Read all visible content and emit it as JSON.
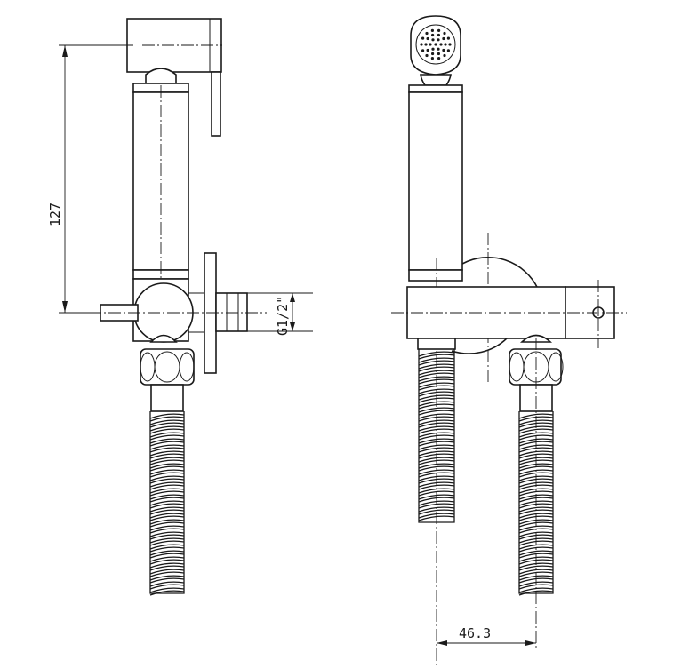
{
  "dimensions": {
    "height_label": "127",
    "thread_label": "G1/2\"",
    "spacing_label": "46.3"
  },
  "icons": {
    "spray_head": "spray-nozzle-icon"
  }
}
